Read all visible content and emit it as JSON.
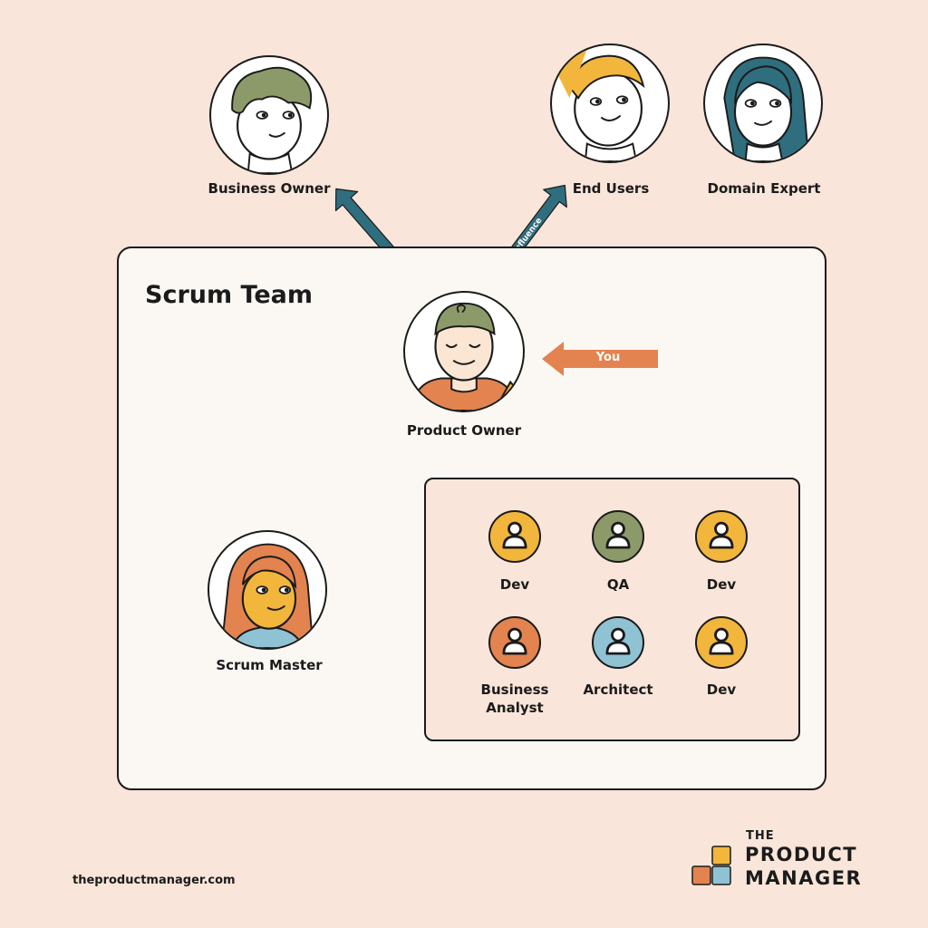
{
  "external_stakeholders": [
    {
      "label": "Business Owner"
    },
    {
      "label": "End Users"
    },
    {
      "label": "Domain Expert"
    }
  ],
  "arrow_label": "Influence",
  "scrum_team": {
    "title": "Scrum Team",
    "product_owner": {
      "label": "Product Owner"
    },
    "you_label": "You",
    "scrum_master": {
      "label": "Scrum Master"
    },
    "developers": [
      {
        "label": "Dev",
        "color": "#f2b63c"
      },
      {
        "label": "QA",
        "color": "#8c9a6a"
      },
      {
        "label": "Dev",
        "color": "#f2b63c"
      },
      {
        "label": "Business\nAnalyst",
        "color": "#e3834f"
      },
      {
        "label": "Architect",
        "color": "#8fc3d4"
      },
      {
        "label": "Dev",
        "color": "#f2b63c"
      }
    ]
  },
  "colors": {
    "background": "#f9e5d9",
    "arrow": "#2f6e7e",
    "you_arrow": "#e3834f",
    "team_box": "#fbf8f3"
  },
  "footer": {
    "website": "theproductmanager.com",
    "logo_line0": "THE",
    "logo_line1": "PRODUCT",
    "logo_line2": "MANAGER"
  }
}
